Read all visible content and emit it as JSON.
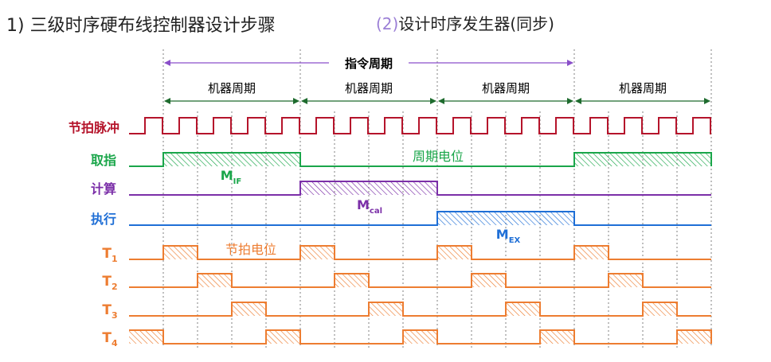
{
  "heading": "1) 三级时序硬布线控制器设计步骤",
  "subheading": {
    "number": "(2)",
    "text": "设计时序发生器(同步)"
  },
  "colors": {
    "clock": "#b5142b",
    "fetch": "#1aa64a",
    "calc": "#7b2fa8",
    "exec": "#1f6fd6",
    "phase": "#ed7d31",
    "arrow_purple": "#8a4fc9",
    "arrow_green": "#1e6b2e",
    "grid": "#7f7f7f"
  },
  "diagram": {
    "instruction_cycle_label": "指令周期",
    "machine_cycle_label": "机器周期",
    "machine_cycle_count": 4,
    "clock_label": "节拍脉冲",
    "clock_pulses_per_cycle": 4,
    "signals": [
      {
        "key": "fetch",
        "label": "取指",
        "active_cycles": [
          0,
          3
        ],
        "color_key": "fetch"
      },
      {
        "key": "calc",
        "label": "计算",
        "active_cycles": [
          1
        ],
        "color_key": "calc"
      },
      {
        "key": "exec",
        "label": "执行",
        "active_cycles": [
          2
        ],
        "color_key": "exec"
      }
    ],
    "cycle_potential_label": "周期电位",
    "mode_labels": [
      {
        "base": "M",
        "sub": "IF",
        "color_key": "fetch"
      },
      {
        "base": "M",
        "sub": "cal",
        "color_key": "calc"
      },
      {
        "base": "M",
        "sub": "EX",
        "color_key": "exec"
      }
    ],
    "phases": [
      {
        "base": "T",
        "sub": "1",
        "slot": 0
      },
      {
        "base": "T",
        "sub": "2",
        "slot": 1
      },
      {
        "base": "T",
        "sub": "3",
        "slot": 2
      },
      {
        "base": "T",
        "sub": "4",
        "slot": 3
      }
    ],
    "phase_potential_label": "节拍电位"
  }
}
